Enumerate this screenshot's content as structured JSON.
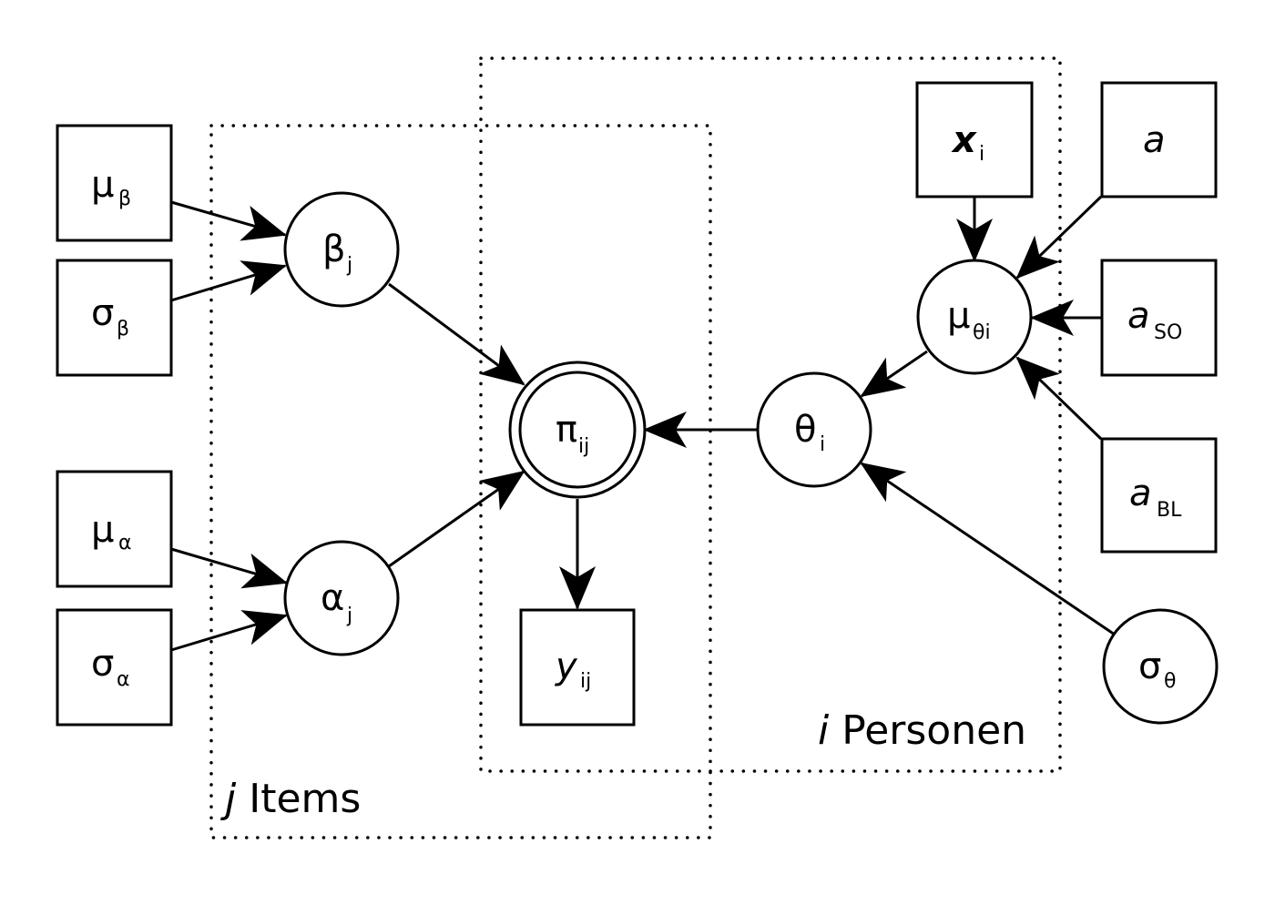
{
  "plates": {
    "items": {
      "index": "j",
      "label": "Items"
    },
    "personen": {
      "index": "i",
      "label": "Personen"
    }
  },
  "nodes": {
    "mu_beta": {
      "symbol": "μ",
      "sub": "β"
    },
    "sigma_beta": {
      "symbol": "σ",
      "sub": "β"
    },
    "mu_alpha": {
      "symbol": "μ",
      "sub": "α"
    },
    "sigma_alpha": {
      "symbol": "σ",
      "sub": "α"
    },
    "beta_j": {
      "symbol": "β",
      "sub": "j"
    },
    "alpha_j": {
      "symbol": "α",
      "sub": "j"
    },
    "pi_ij": {
      "symbol": "π",
      "sub": "ij"
    },
    "y_ij": {
      "symbol": "y",
      "sub": "ij"
    },
    "theta_i": {
      "symbol": "θ",
      "sub": "i"
    },
    "mu_theta_i": {
      "symbol": "μ",
      "sub": "θi"
    },
    "x_i": {
      "symbol": "x",
      "sub": "i"
    },
    "a": {
      "symbol": "a",
      "sub": ""
    },
    "a_so": {
      "symbol": "a",
      "sub": "SO"
    },
    "a_bl": {
      "symbol": "a",
      "sub": "BL"
    },
    "sigma_theta": {
      "symbol": "σ",
      "sub": "θ"
    }
  }
}
